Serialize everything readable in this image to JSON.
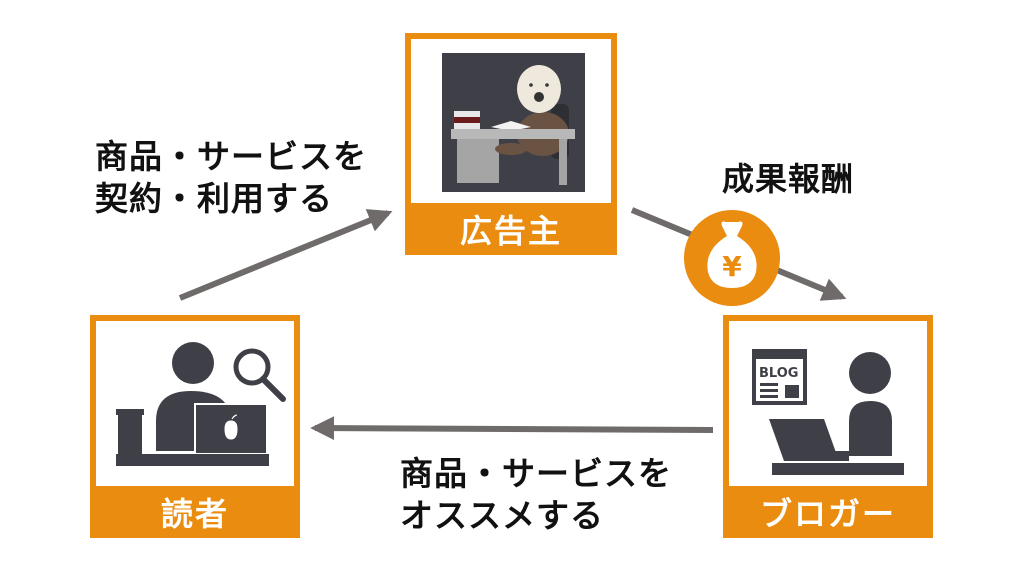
{
  "nodes": {
    "advertiser": {
      "label": "広告主",
      "illustration": "otter-at-desk-icon"
    },
    "reader": {
      "label": "読者",
      "illustration": "person-laptop-search-icon"
    },
    "blogger": {
      "label": "ブロガー",
      "illustration": "person-laptop-blog-icon",
      "blog_sign": "BLOG"
    }
  },
  "edges": {
    "reader_to_advertiser": {
      "line1": "商品・サービスを",
      "line2": "契約・利用する"
    },
    "advertiser_to_blogger": {
      "label": "成果報酬",
      "badge_symbol": "¥"
    },
    "blogger_to_reader": {
      "line1": "商品・サービスを",
      "line2": "オススメする"
    }
  },
  "colors": {
    "accent": "#ea8c10",
    "icon": "#3f4047",
    "arrow": "#6f6b6b",
    "text": "#111111"
  }
}
